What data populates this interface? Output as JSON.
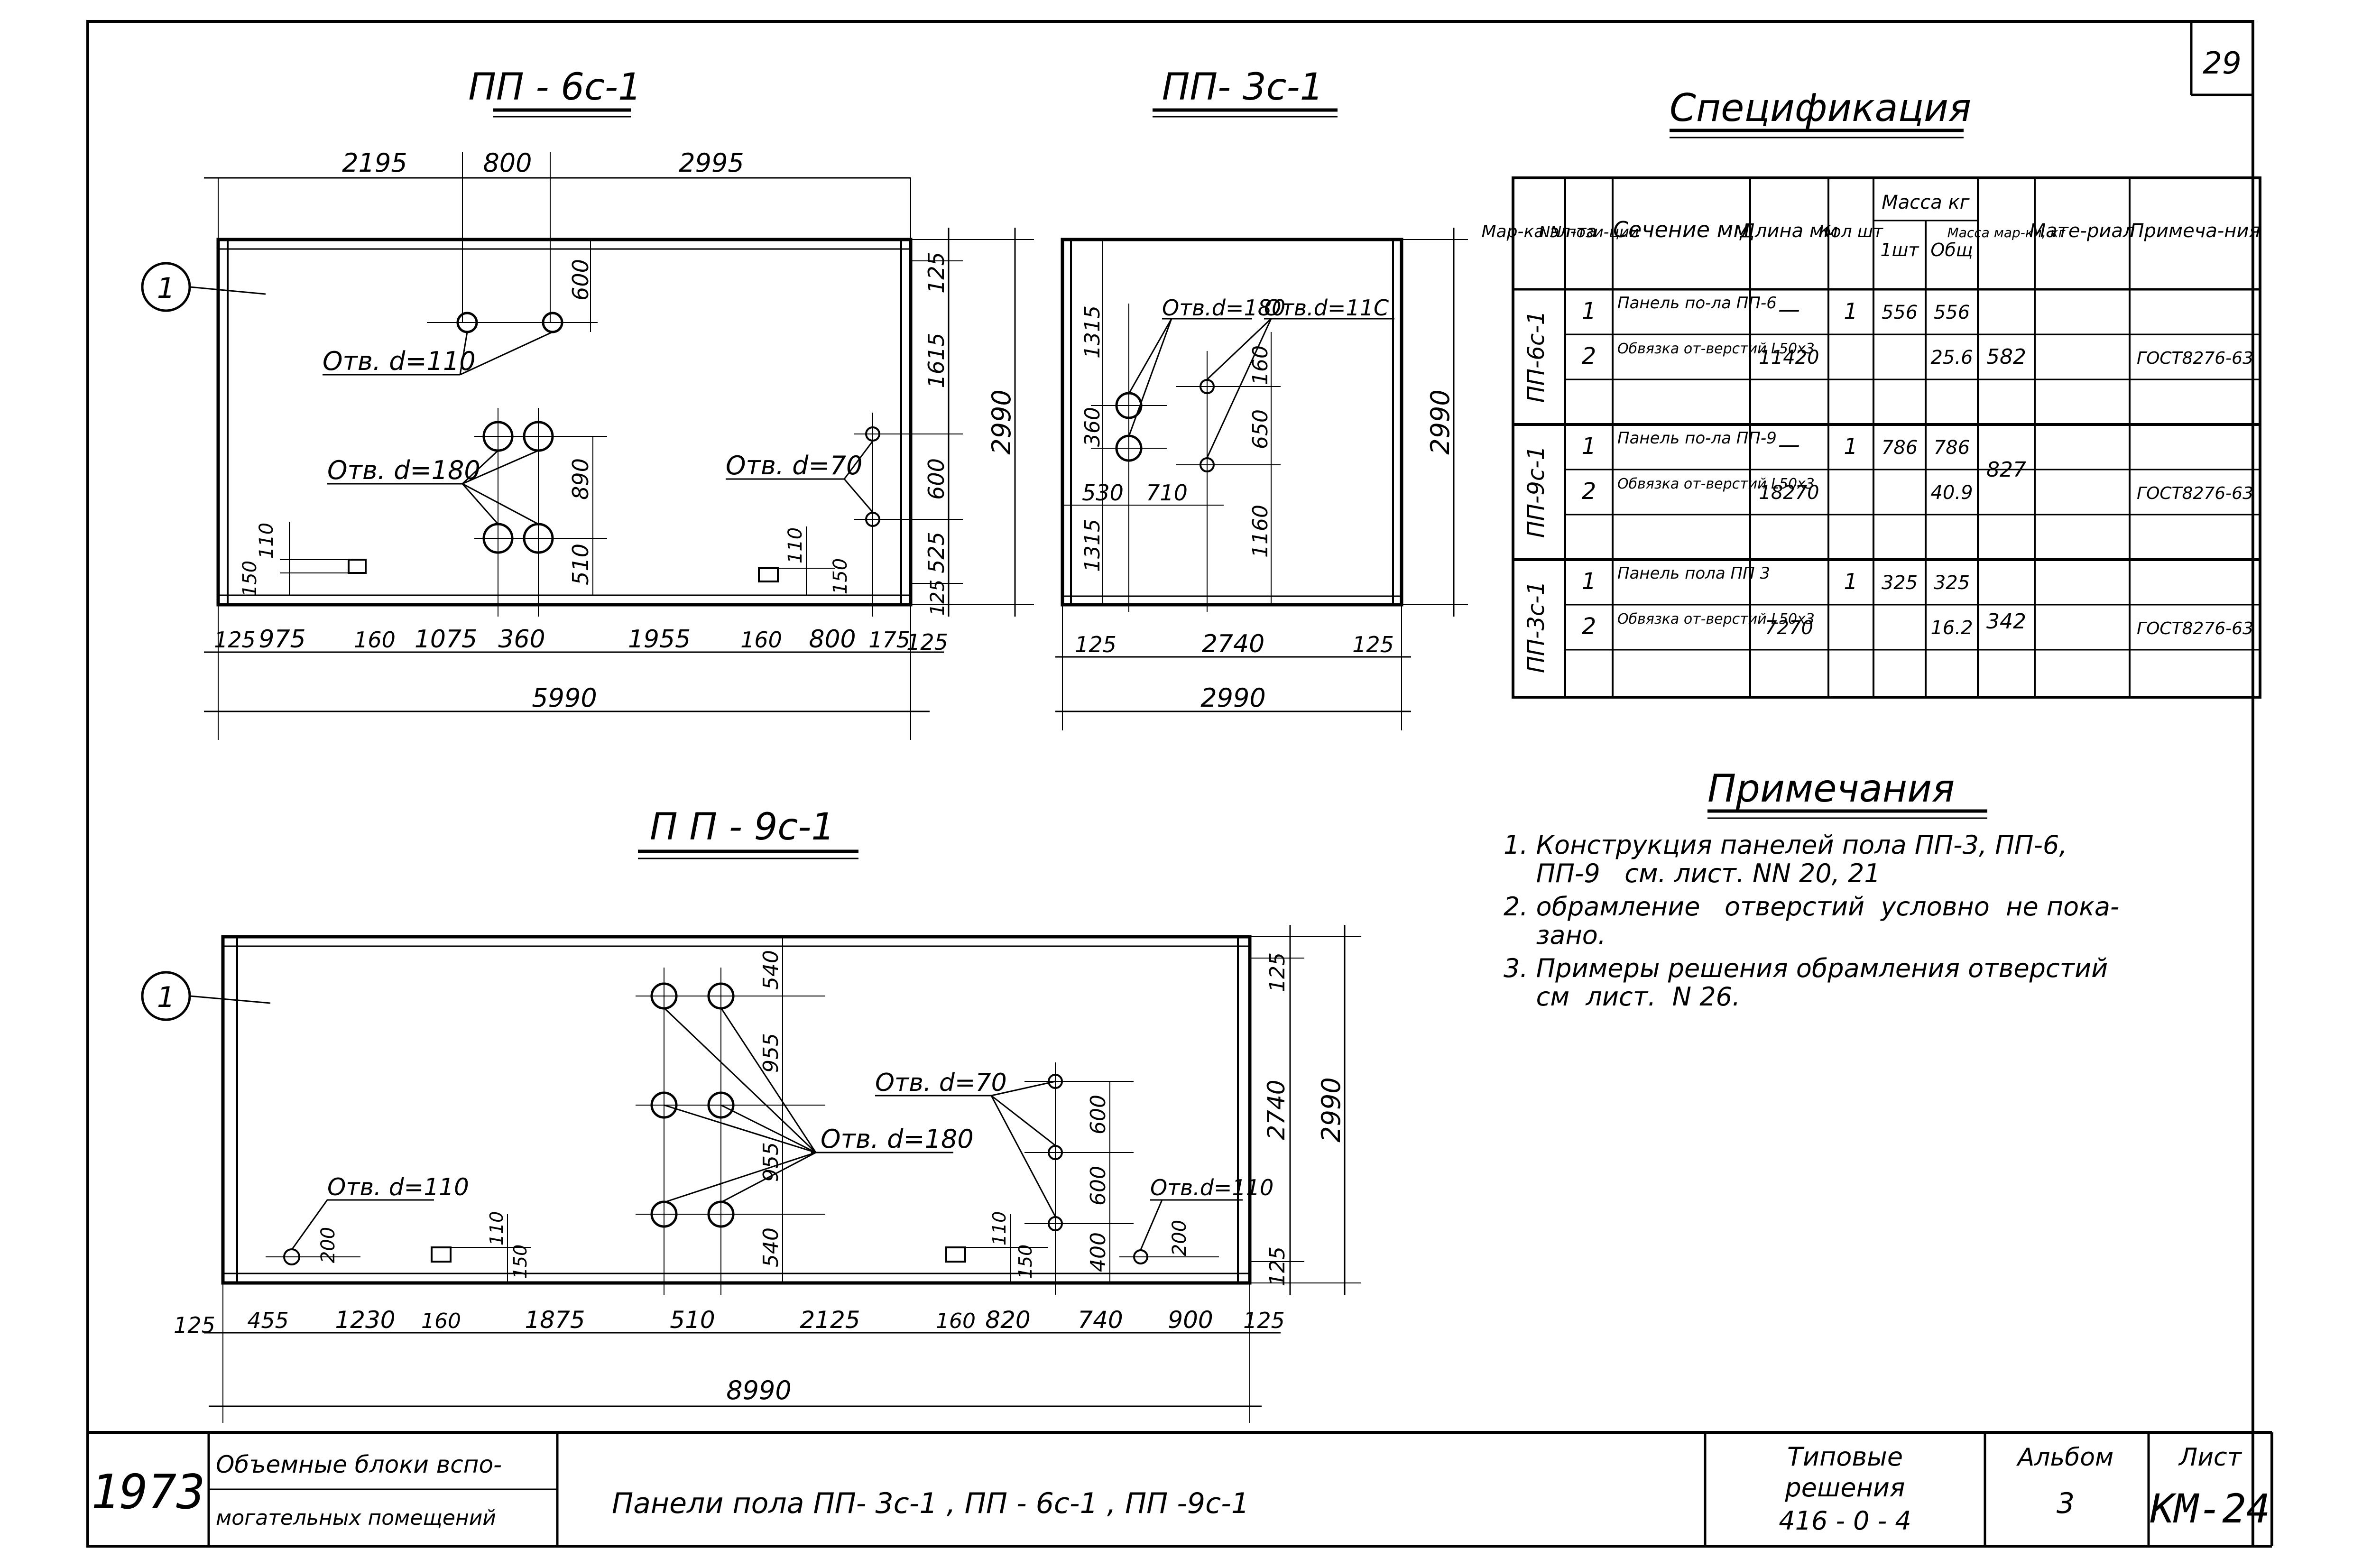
{
  "sheet_number": "29",
  "views": {
    "pp6": {
      "title": "ПП - 6с-1",
      "marker": "1",
      "top_dims": [
        "2195",
        "800",
        "2995"
      ],
      "dim_600_top": "600",
      "right_dims": [
        "125",
        "1615",
        "600",
        "525",
        "125"
      ],
      "overall_right": "2990",
      "dims_890_510": [
        "890",
        "510"
      ],
      "small_left": [
        "150",
        "110"
      ],
      "small_right": [
        "110",
        "150"
      ],
      "bottom_dims": [
        "125",
        "975",
        "160",
        "1075",
        "360",
        "1955",
        "160",
        "800",
        "175",
        "125"
      ],
      "overall_bottom": "5990",
      "labels": {
        "hole110": "Отв. d=110",
        "hole180": "Отв. d=180",
        "hole70": "Отв. d=70"
      }
    },
    "pp3": {
      "title": "ПП- 3с-1",
      "labels": {
        "hole180": "Отв.d=180",
        "hole110": "Отв.d=11С"
      },
      "left_dims": [
        "1315",
        "360",
        "1315"
      ],
      "dims_530_710": [
        "530",
        "710"
      ],
      "inner_dims": [
        "160",
        "650",
        "1160"
      ],
      "overall_right": "2990",
      "bottom_dims": [
        "125",
        "2740",
        "125"
      ],
      "overall_bottom": "2990"
    },
    "pp9": {
      "title": "П П - 9с-1",
      "marker": "1",
      "labels": {
        "hole110a": "Отв. d=110",
        "hole180": "Отв. d=180",
        "hole70": "Отв. d=70",
        "hole110b": "Отв.d=110"
      },
      "dims_540_955": [
        "540",
        "955",
        "955",
        "540"
      ],
      "dims_600": [
        "600",
        "600",
        "400"
      ],
      "small": [
        "200",
        "110",
        "150",
        "110",
        "150",
        "200"
      ],
      "right_dims": [
        "125",
        "2740",
        "125"
      ],
      "overall_right": "2990",
      "bottom_dims": [
        "125",
        "455",
        "1230",
        "160",
        "1875",
        "510",
        "2125",
        "160",
        "820",
        "740",
        "900",
        "125"
      ],
      "overall_bottom": "8990"
    }
  },
  "spec": {
    "title": "Спецификация",
    "headers": {
      "mark": "Мар-ка эл-та",
      "pos": "NN пози-ции",
      "section": "Сечение мм",
      "length": "Длина мм",
      "qty": "Кол шт",
      "mass": "Масса кг",
      "mass_one": "1шт",
      "mass_total": "Общ",
      "mass_mark": "Масса мар-ки, кг",
      "material": "Мате-риал",
      "note": "Примеча-ния"
    },
    "groups": [
      {
        "mark": "ПП-6с-1",
        "mass_mark": "582",
        "rows": [
          {
            "pos": "1",
            "section": "Панель по-ла ПП-6",
            "length": "—",
            "qty": "1",
            "one": "556",
            "total": "556",
            "note": ""
          },
          {
            "pos": "2",
            "section": "Обвязка от-верстий L50x3",
            "length": "11420",
            "qty": "",
            "one": "",
            "total": "25.6",
            "note": "ГОСТ8276-63"
          }
        ]
      },
      {
        "mark": "ПП-9с-1",
        "mass_mark": "827",
        "rows": [
          {
            "pos": "1",
            "section": "Панель по-ла ПП-9",
            "length": "—",
            "qty": "1",
            "one": "786",
            "total": "786",
            "note": ""
          },
          {
            "pos": "2",
            "section": "Обвязка от-верстий L50x3",
            "length": "18270",
            "qty": "",
            "one": "",
            "total": "40.9",
            "note": "ГОСТ8276-63"
          }
        ]
      },
      {
        "mark": "ПП-3с-1",
        "mass_mark": "342",
        "rows": [
          {
            "pos": "1",
            "section": "Панель пола ПП 3",
            "length": "",
            "qty": "1",
            "one": "325",
            "total": "325",
            "note": ""
          },
          {
            "pos": "2",
            "section": "Обвязка от-верстий L50x3",
            "length": "7270",
            "qty": "",
            "one": "",
            "total": "16.2",
            "note": "ГОСТ8276-63"
          }
        ]
      }
    ]
  },
  "notes": {
    "title": "Примечания",
    "lines": [
      "1. Конструкция панелей пола ПП-3, ПП-6,",
      "    ПП-9   см. лист. NN 20, 21",
      "2. обрамление   отверстий  условно  не пока-",
      "    зано.",
      "3. Примеры решения обрамления отверстий",
      "    см  лист.  N 26."
    ]
  },
  "title_block": {
    "year": "1973",
    "project_line1": "Объемные блоки вспо-",
    "project_line2": "могательных помещений",
    "drawing_title": "Панели пола ПП- 3с-1 ,  ПП - 6с-1 ,  ПП -9с-1",
    "series_line1": "Типовые",
    "series_line2": "решения",
    "series_line3": "416 - 0 - 4",
    "album_label": "Альбом",
    "album_value": "3",
    "sheet_label": "Лист",
    "sheet_value": "КМ-24"
  }
}
